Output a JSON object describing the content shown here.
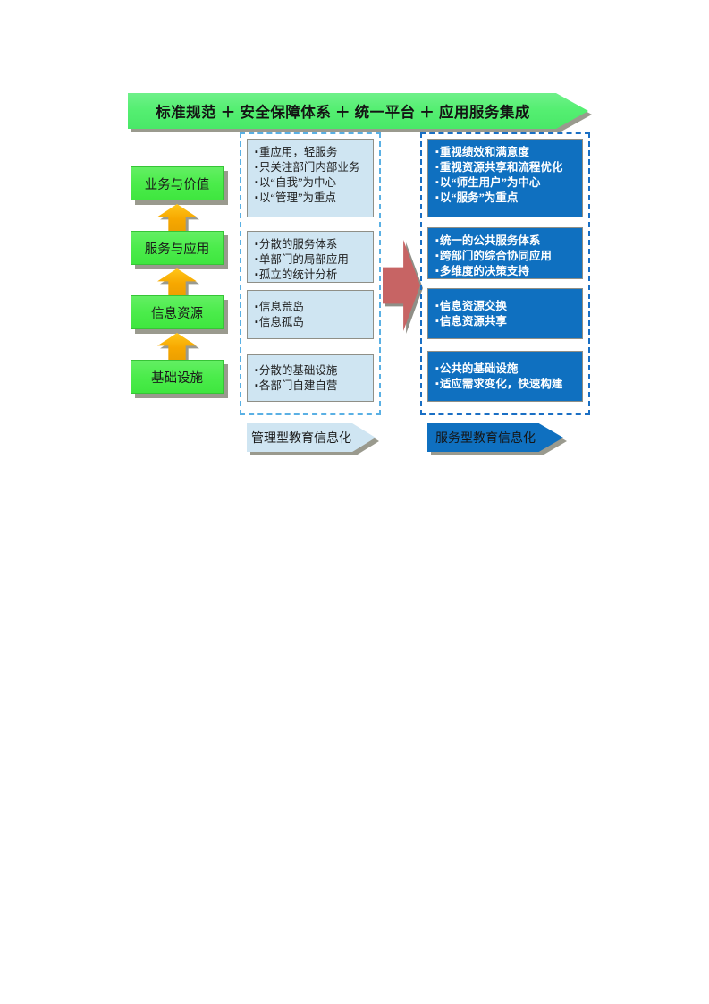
{
  "banner": {
    "text": "标准规范 ＋ 安全保障体系 ＋ 统一平台 ＋ 应用服务集成"
  },
  "levels": [
    {
      "label": "业务与价值"
    },
    {
      "label": "服务与应用"
    },
    {
      "label": "信息资源"
    },
    {
      "label": "基础设施"
    }
  ],
  "arrows": {
    "up_icon": "arrow-up-icon",
    "transition_icon": "arrow-right-icon"
  },
  "management": {
    "boxes": [
      {
        "lines": [
          "重应用，轻服务",
          "只关注部门内部业务",
          "以“自我”为中心",
          "以“管理”为重点"
        ]
      },
      {
        "lines": [
          "分散的服务体系",
          "单部门的局部应用",
          "孤立的统计分析"
        ]
      },
      {
        "lines": [
          "信息荒岛",
          "信息孤岛"
        ]
      },
      {
        "lines": [
          "分散的基础设施",
          "各部门自建自营"
        ]
      }
    ],
    "tag": "管理型教育信息化"
  },
  "service": {
    "boxes": [
      {
        "lines": [
          "重视绩效和满意度",
          "重视资源共享和流程优化",
          "以“师生用户”为中心",
          "以“服务”为重点"
        ]
      },
      {
        "lines": [
          "统一的公共服务体系",
          "跨部门的综合协同应用",
          "多维度的决策支持"
        ]
      },
      {
        "lines": [
          "信息资源交换",
          "信息资源共享"
        ]
      },
      {
        "lines": [
          "公共的基础设施",
          "适应需求变化，快速构建"
        ]
      }
    ],
    "tag": "服务型教育信息化"
  },
  "bullet": "▪",
  "colors": {
    "banner_green": "#4bec4b",
    "level_green": "#4bec4b",
    "arrow_orange": "#f7a800",
    "light_blue": "#cfe5f2",
    "dark_blue": "#0f70c0",
    "dash_left": "#5ab0e4",
    "dash_right": "#1a6fc4",
    "transition_red": "#c76464",
    "shadow_gray": "#9a9a8e"
  }
}
